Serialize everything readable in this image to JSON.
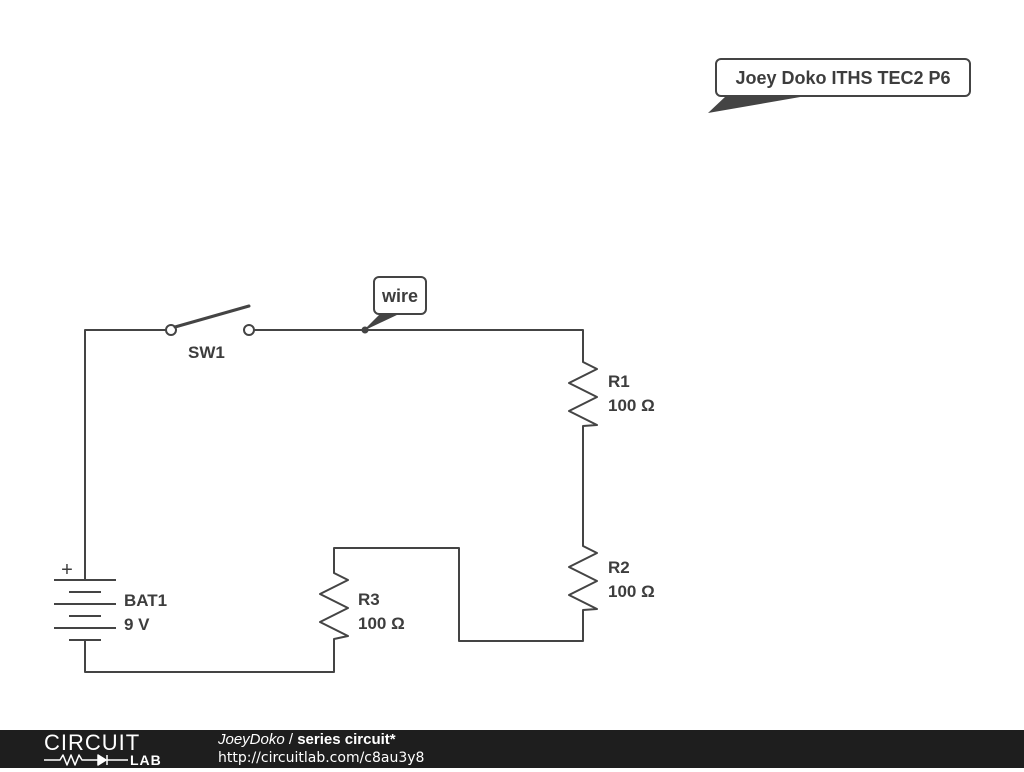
{
  "diagram": {
    "annotations": {
      "title_note": "Joey Doko ITHS TEC2 P6",
      "wire_note": "wire"
    },
    "components": {
      "switch": {
        "name": "SW1"
      },
      "battery": {
        "name": "BAT1",
        "value": "9 V",
        "polarity_mark": "+"
      },
      "r1": {
        "name": "R1",
        "value": "100 Ω"
      },
      "r2": {
        "name": "R2",
        "value": "100 Ω"
      },
      "r3": {
        "name": "R3",
        "value": "100 Ω"
      }
    },
    "colors": {
      "stroke": "#444444",
      "label": "#3d3d3d"
    }
  },
  "footer": {
    "logo_top": "CIRCUIT",
    "logo_bottom": "LAB",
    "user": "JoeyDoko",
    "separator": " / ",
    "title": "series circuit*",
    "url": "http://circuitlab.com/c8au3y8",
    "background": "#1e1e1e"
  }
}
